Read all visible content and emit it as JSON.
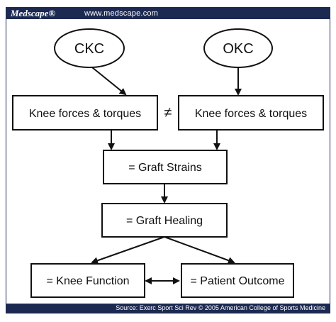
{
  "header": {
    "brand": "Medscape®",
    "url": "www.medscape.com"
  },
  "footer": {
    "source": "Source: Exerc Sport Sci Rev © 2005 American College of Sports Medicine"
  },
  "diagram": {
    "nodes": {
      "ckc": "CKC",
      "okc": "OKC",
      "knee_left": "Knee forces & torques",
      "knee_right": "Knee forces & torques",
      "graft_strains": "= Graft Strains",
      "graft_healing": "= Graft Healing",
      "knee_function": "= Knee Function",
      "patient_outcome": "= Patient Outcome"
    },
    "not_equal_symbol": "≠"
  }
}
